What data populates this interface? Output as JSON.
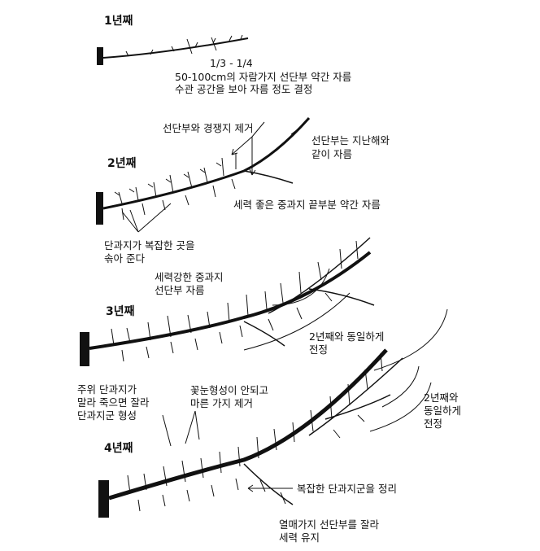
{
  "stages": [
    {
      "year": "1년째",
      "notes": [
        {
          "lines": [
            "1/3 - 1/4"
          ]
        },
        {
          "lines": [
            "50-100cm의 자람가지 선단부 약간 자름",
            "수관 공간을 보아 자름 정도 결정"
          ]
        }
      ]
    },
    {
      "year": "2년째",
      "notes": [
        {
          "lines": [
            "선단부와 경쟁지 제거"
          ]
        },
        {
          "lines": [
            "선단부는 지난해와",
            "같이 자름"
          ]
        },
        {
          "lines": [
            "세력 좋은 중과지 끝부분 약간 자름"
          ]
        },
        {
          "lines": [
            "단과지가 복잡한 곳을",
            "솎아 준다"
          ]
        }
      ]
    },
    {
      "year": "3년째",
      "notes": [
        {
          "lines": [
            "세력강한 중과지",
            "선단부 자름"
          ]
        },
        {
          "lines": [
            "2년째와 동일하게",
            "전정"
          ]
        }
      ]
    },
    {
      "year": "4년째",
      "notes": [
        {
          "lines": [
            "2년째와",
            "동일하게",
            "전정"
          ]
        },
        {
          "lines": [
            "주위 단과지가",
            "말라 죽으면 잘라",
            "단과지군 형성"
          ]
        },
        {
          "lines": [
            "꽃눈형성이 안되고",
            "마른 가지 제거"
          ]
        },
        {
          "lines": [
            "복잡한 단과지군을 정리"
          ]
        },
        {
          "lines": [
            "열매가지 선단부를 잘라",
            "세력 유지"
          ]
        }
      ]
    }
  ]
}
